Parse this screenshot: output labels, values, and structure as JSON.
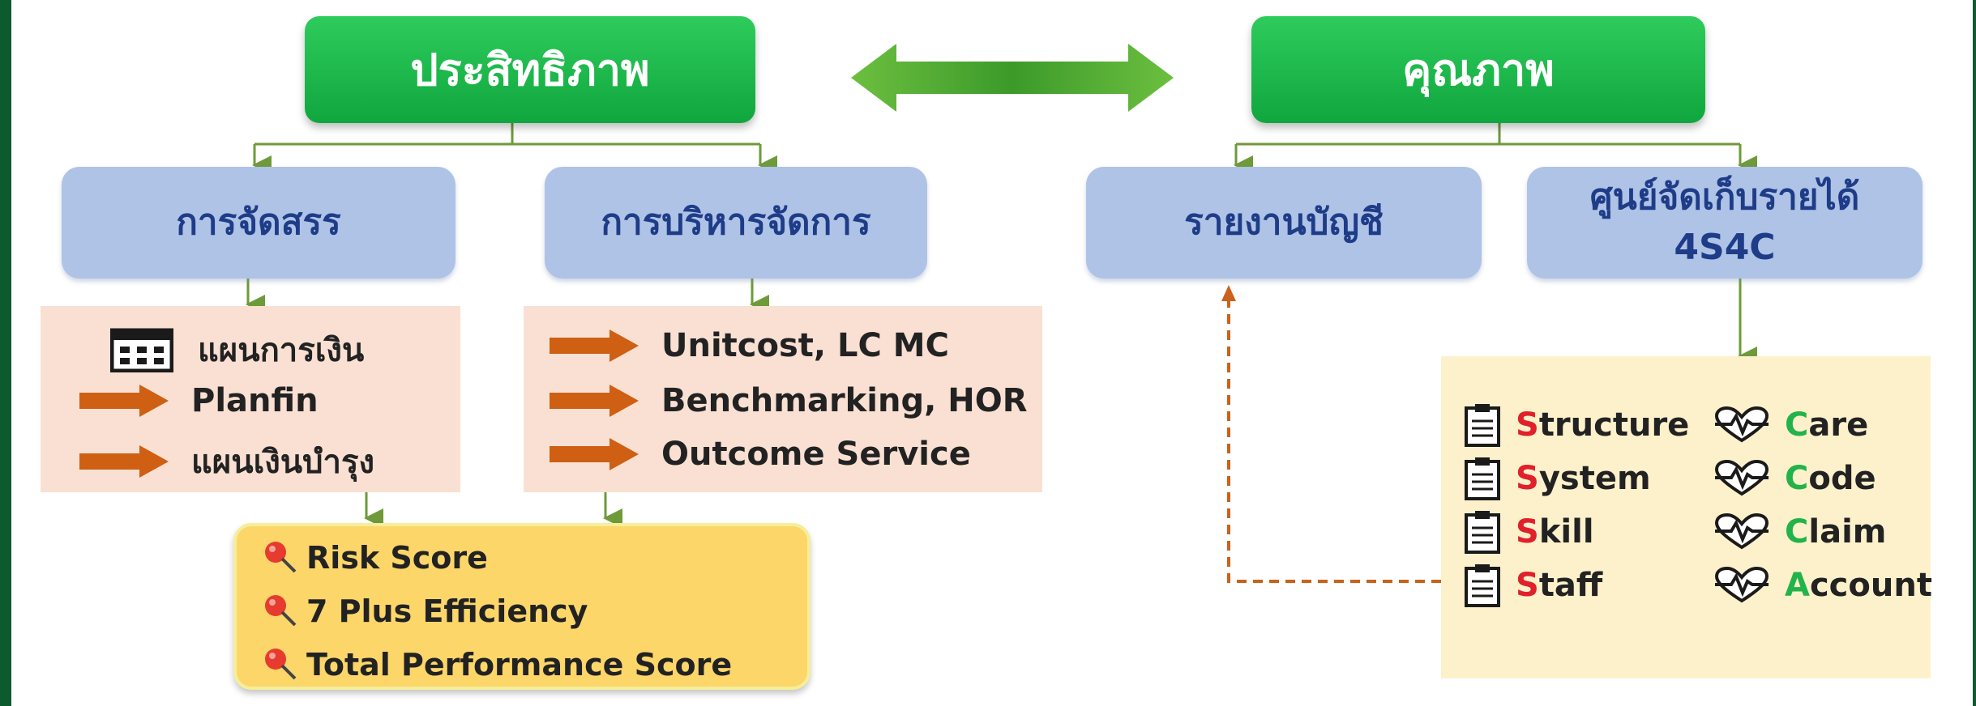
{
  "efficiency": {
    "title": "ประสิทธิภาพ"
  },
  "quality": {
    "title": "คุณภาพ"
  },
  "allocation": {
    "title": "การจัดสรร",
    "items": [
      "แผนการเงิน",
      "Planfin",
      "แผนเงินบำรุง"
    ]
  },
  "management": {
    "title": "การบริหารจัดการ",
    "items": [
      "Unitcost, LC MC",
      "Benchmarking, HOR",
      "Outcome Service"
    ]
  },
  "accounting": {
    "title": "รายงานบัญชี"
  },
  "revenue_center": {
    "title_line1": "ศูนย์จัดเก็บรายได้",
    "title_line2": "4S4C"
  },
  "scores": {
    "items": [
      "Risk Score",
      "7 Plus Efficiency",
      "Total Performance Score"
    ]
  },
  "four_s": [
    {
      "initial": "S",
      "rest": "tructure"
    },
    {
      "initial": "S",
      "rest": "ystem"
    },
    {
      "initial": "S",
      "rest": "kill"
    },
    {
      "initial": "S",
      "rest": "taff"
    }
  ],
  "four_c": [
    {
      "initial": "C",
      "rest": "are"
    },
    {
      "initial": "C",
      "rest": "ode"
    },
    {
      "initial": "C",
      "rest": "laim"
    },
    {
      "initial": "A",
      "rest": "ccount"
    }
  ],
  "colors": {
    "header_green": "#16b046",
    "box_blue": "#aec3e6",
    "text_blue": "#1f3c88",
    "peach": "#f9e0d3",
    "yellow": "#fdd66a",
    "cream": "#fdf1cc",
    "s_red": "#e0202a",
    "c_green": "#22b34a",
    "arrow_orange": "#cf5f12",
    "connector_green": "#6e9a3a"
  },
  "icons": {
    "calendar": "calendar-icon",
    "arrow": "orange-right-arrow-icon",
    "pin": "pushpin-icon",
    "clipboard": "clipboard-icon",
    "heartbeat": "heartbeat-icon",
    "double_arrow": "double-headed-arrow-icon"
  }
}
